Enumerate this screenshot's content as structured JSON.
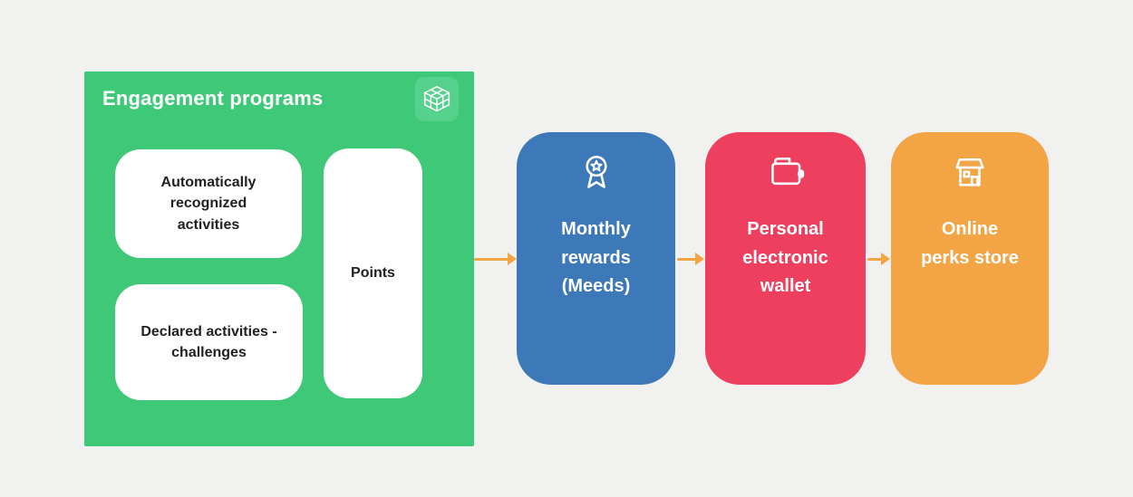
{
  "colors": {
    "bg": "#f1f1ef",
    "green": "#3ec878",
    "green_light": "#55d18c",
    "blue": "#3d78b9",
    "red": "#ee3f5f",
    "orange": "#f3a445",
    "arrow": "#f3a445",
    "dark_text": "#212121"
  },
  "engagement": {
    "title": "Engagement programs",
    "icon": "cube-icon",
    "cards": [
      {
        "label": "Automatically recognized activities"
      },
      {
        "label": "Points"
      },
      {
        "label": "Declared activities - challenges"
      }
    ]
  },
  "flow": [
    {
      "label": "Monthly rewards (Meeds)",
      "icon": "award-icon",
      "color": "#3d78b9"
    },
    {
      "label": "Personal electronic wallet",
      "icon": "wallet-icon",
      "color": "#ee3f5f"
    },
    {
      "label": "Online perks store",
      "icon": "store-icon",
      "color": "#f3a445"
    }
  ]
}
